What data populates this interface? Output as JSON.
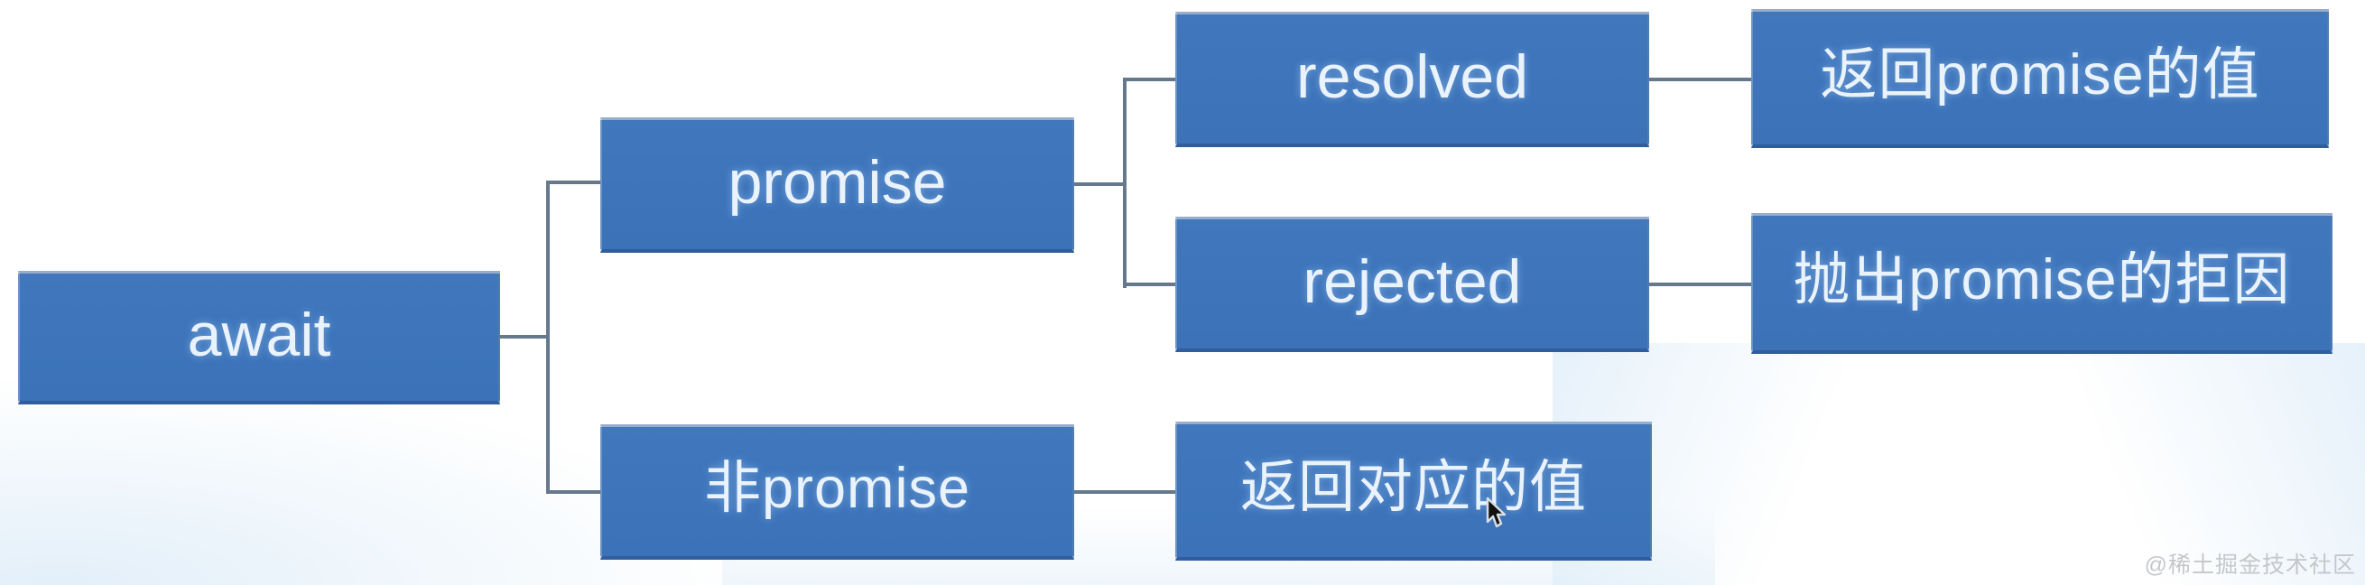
{
  "diagram": {
    "nodes": {
      "await": {
        "label": "await"
      },
      "promise": {
        "label": "promise"
      },
      "non_promise": {
        "label": "非promise"
      },
      "resolved": {
        "label": "resolved"
      },
      "rejected": {
        "label": "rejected"
      },
      "return_promise_value": {
        "label": "返回promise的值"
      },
      "throw_promise_reason": {
        "label": "抛出promise的拒因"
      },
      "return_corresponding_value": {
        "label": "返回对应的值"
      }
    },
    "edges": [
      {
        "from": "await",
        "to": "promise"
      },
      {
        "from": "await",
        "to": "non_promise"
      },
      {
        "from": "promise",
        "to": "resolved"
      },
      {
        "from": "promise",
        "to": "rejected"
      },
      {
        "from": "resolved",
        "to": "return_promise_value"
      },
      {
        "from": "rejected",
        "to": "throw_promise_reason"
      },
      {
        "from": "non_promise",
        "to": "return_corresponding_value"
      }
    ],
    "colors": {
      "node_fill": "#3b72b8",
      "node_fill_top": "#4077bd",
      "node_border_light": "#97adc9",
      "node_border_dark": "#2f5d9e",
      "connector": "#66788c",
      "node_text": "#eaf3fc",
      "watermark": "#c5c7c9"
    }
  },
  "watermark": {
    "text": "@稀土掘金技术社区"
  }
}
